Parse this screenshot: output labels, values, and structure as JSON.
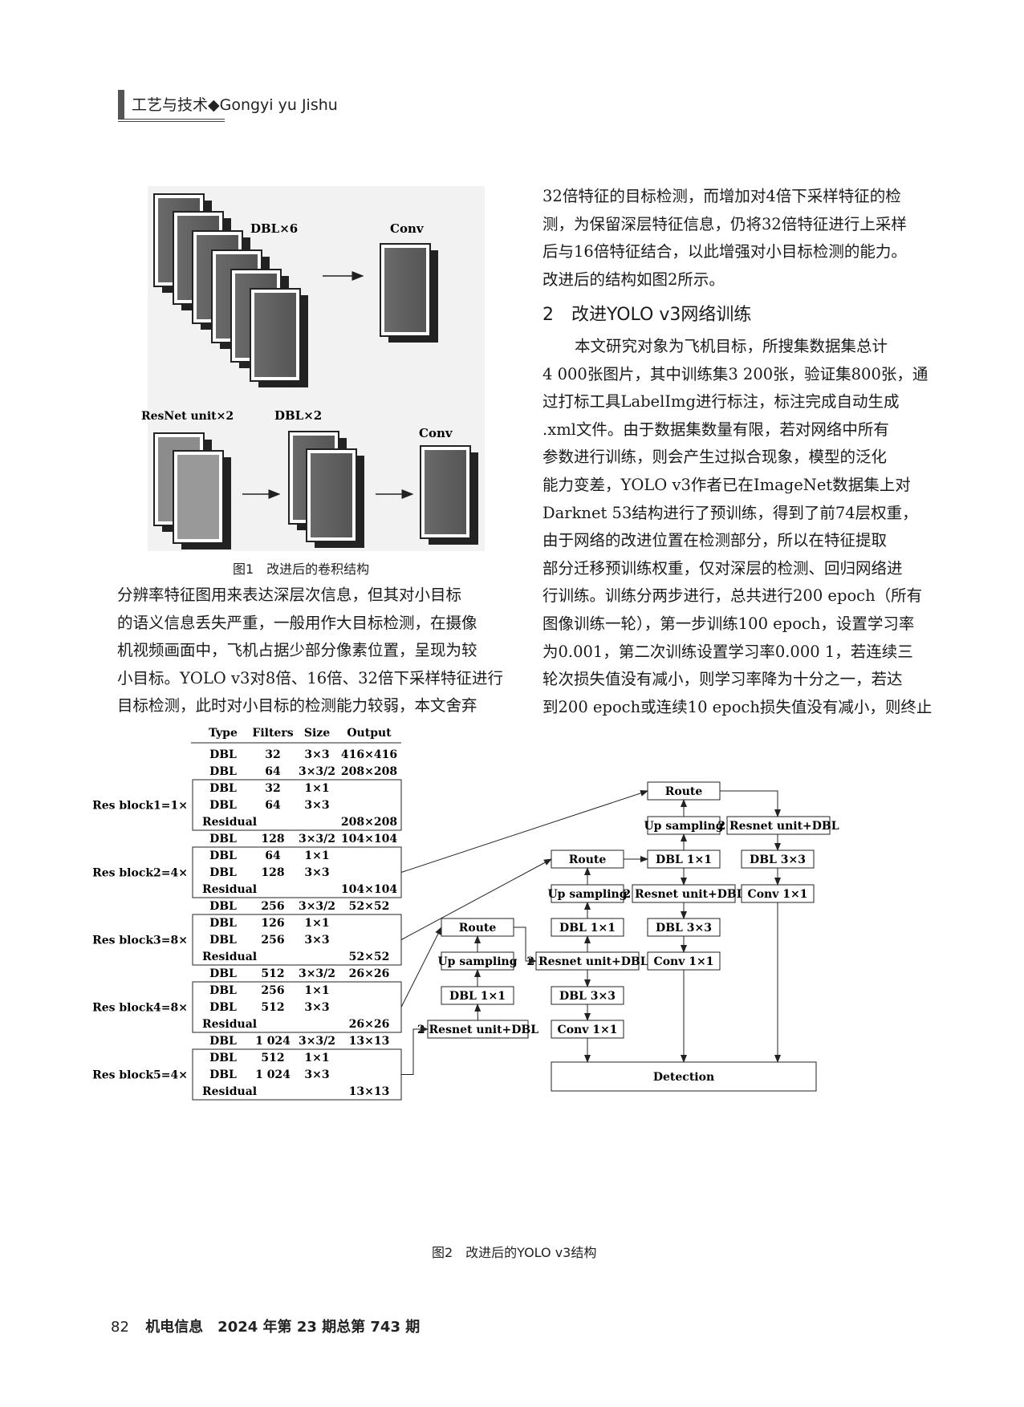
{
  "header": {
    "column_text": "工艺与技术◆Gongyi yu Jishu"
  },
  "figure1": {
    "label_dbl6": "DBL×6",
    "label_conv_top": "Conv",
    "label_resnet": "ResNet unit×2",
    "label_dbl2": "DBL×2",
    "label_conv_bottom": "Conv",
    "caption": "图1　改进后的卷积结构"
  },
  "right_column": {
    "para1_lines": [
      "32倍特征的目标检测，而增加对4倍下采样特征的检",
      "测，为保留深层特征信息，仍将32倍特征进行上采样",
      "后与16倍特征结合，以此增强对小目标检测的能力。",
      "改进后的结构如图2所示。"
    ],
    "section_heading": "2　改进YOLO v3网络训练",
    "para2_lines": [
      "本文研究对象为飞机目标，所搜集数据集总计",
      "4 000张图片，其中训练集3 200张，验证集800张，通",
      "过打标工具LabelImg进行标注，标注完成自动生成",
      ".xml文件。由于数据集数量有限，若对网络中所有",
      "参数进行训练，则会产生过拟合现象，模型的泛化",
      "能力变差，YOLO v3作者已在ImageNet数据集上对",
      "Darknet 53结构进行了预训练，得到了前74层权重，",
      "由于网络的改进位置在检测部分，所以在特征提取",
      "部分迁移预训练权重，仅对深层的检测、回归网络进",
      "行训练。训练分两步进行，总共进行200 epoch（所有",
      "图像训练一轮），第一步训练100 epoch，设置学习率",
      "为0.001，第二次训练设置学习率0.000 1，若连续三",
      "轮次损失值没有减小，则学习率降为十分之一，若达",
      "到200 epoch或连续10 epoch损失值没有减小，则终止"
    ]
  },
  "left_column": {
    "para_lines": [
      "分辨率特征图用来表达深层次信息，但其对小目标",
      "的语义信息丢失严重，一般用作大目标检测，在摄像",
      "机视频画面中，飞机占据少部分像素位置，呈现为较",
      "小目标。YOLO v3对8倍、16倍、32倍下采样特征进行",
      "目标检测，此时对小目标的检测能力较弱，本文舍弃"
    ]
  },
  "figure2": {
    "table_headers": [
      "Type",
      "Filters",
      "Size",
      "Output"
    ],
    "table_rows": [
      {
        "group": "",
        "type": "DBL",
        "filters": "32",
        "size": "3×3",
        "output": "416×416"
      },
      {
        "group": "",
        "type": "DBL",
        "filters": "64",
        "size": "3×3/2",
        "output": "208×208"
      },
      {
        "group": "Res block1=1×",
        "type": "DBL",
        "filters": "32",
        "size": "1×1",
        "output": ""
      },
      {
        "group": "Res block1=1×",
        "type": "DBL",
        "filters": "64",
        "size": "3×3",
        "output": ""
      },
      {
        "group": "Res block1=1×",
        "type": "Residual",
        "filters": "",
        "size": "",
        "output": "208×208"
      },
      {
        "group": "",
        "type": "DBL",
        "filters": "128",
        "size": "3×3/2",
        "output": "104×104"
      },
      {
        "group": "Res block2=4×",
        "type": "DBL",
        "filters": "64",
        "size": "1×1",
        "output": ""
      },
      {
        "group": "Res block2=4×",
        "type": "DBL",
        "filters": "128",
        "size": "3×3",
        "output": ""
      },
      {
        "group": "Res block2=4×",
        "type": "Residual",
        "filters": "",
        "size": "",
        "output": "104×104"
      },
      {
        "group": "",
        "type": "DBL",
        "filters": "256",
        "size": "3×3/2",
        "output": "52×52"
      },
      {
        "group": "Res block3=8×",
        "type": "DBL",
        "filters": "126",
        "size": "1×1",
        "output": ""
      },
      {
        "group": "Res block3=8×",
        "type": "DBL",
        "filters": "256",
        "size": "3×3",
        "output": ""
      },
      {
        "group": "Res block3=8×",
        "type": "Residual",
        "filters": "",
        "size": "",
        "output": "52×52"
      },
      {
        "group": "",
        "type": "DBL",
        "filters": "512",
        "size": "3×3/2",
        "output": "26×26"
      },
      {
        "group": "Res block4=8×",
        "type": "DBL",
        "filters": "256",
        "size": "1×1",
        "output": ""
      },
      {
        "group": "Res block4=8×",
        "type": "DBL",
        "filters": "512",
        "size": "3×3",
        "output": ""
      },
      {
        "group": "Res block4=8×",
        "type": "Residual",
        "filters": "",
        "size": "",
        "output": "26×26"
      },
      {
        "group": "",
        "type": "DBL",
        "filters": "1 024",
        "size": "3×3/2",
        "output": "13×13"
      },
      {
        "group": "Res block5=4×",
        "type": "DBL",
        "filters": "512",
        "size": "1×1",
        "output": ""
      },
      {
        "group": "Res block5=4×",
        "type": "DBL",
        "filters": "1 024",
        "size": "3×3",
        "output": ""
      },
      {
        "group": "Res block5=4×",
        "type": "Residual",
        "filters": "",
        "size": "",
        "output": "13×13"
      }
    ],
    "group_labels": [
      "Res block1=1×",
      "Res block2=4×",
      "Res block3=8×",
      "Res block4=8×",
      "Res block5=4×"
    ],
    "boxes": {
      "route_a": "Route",
      "upsampling_a": "Up sampling",
      "dbl1x1_a": "DBL 1×1",
      "resnet_a": "2 Resnet unit+DBL",
      "route_b": "Route",
      "upsampling_b": "Up sampling",
      "dbl1x1_b": "DBL 1×1",
      "resnet_b": "2 Resnet unit+DBL",
      "dbl3x3_b": "DBL 3×3",
      "conv1x1_b": "Conv 1×1",
      "route_c": "Route",
      "upsampling_c": "Up sampling",
      "dbl1x1_c": "DBL 1×1",
      "resnet_c": "2 Resnet unit+DBL",
      "dbl3x3_c": "DBL 3×3",
      "conv1x1_c": "Conv 1×1",
      "resnet_d": "2 Resnet unit+DBL",
      "dbl3x3_d": "DBL 3×3",
      "conv1x1_d": "Conv 1×1",
      "detection": "Detection"
    },
    "caption": "图2　改进后的YOLO v3结构"
  },
  "footer": {
    "page_number": "82",
    "journal": "机电信息　2024 年第 23 期总第 743 期"
  }
}
